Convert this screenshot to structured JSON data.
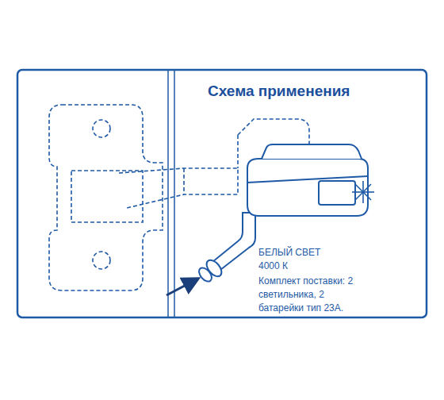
{
  "diagram": {
    "title": "Схема применения",
    "labels": [
      "БЕЛЫЙ СВЕТ 4000 К",
      "Комплект поставки: 2 светильника, 2 батарейки тип 23А."
    ]
  }
}
